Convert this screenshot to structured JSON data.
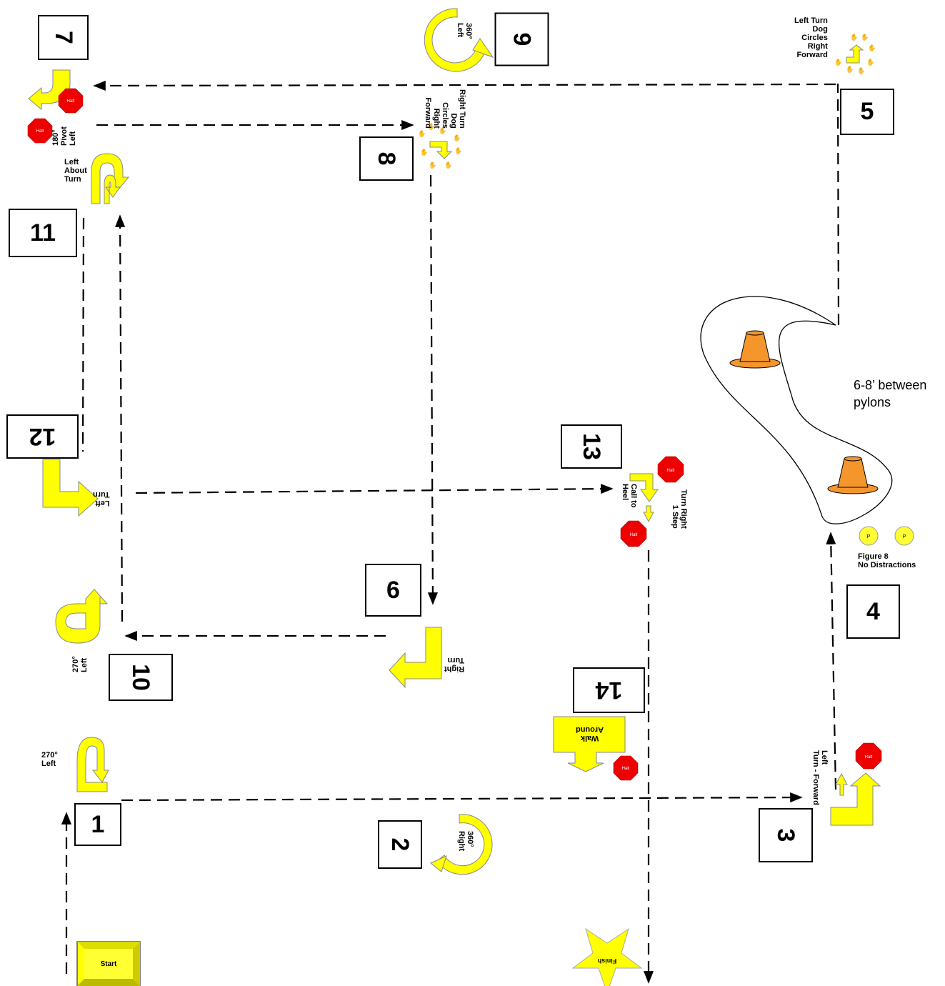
{
  "stations": {
    "s1": "1",
    "s2": "2",
    "s3": "3",
    "s4": "4",
    "s5": "5",
    "s6": "6",
    "s7": "7",
    "s8": "8",
    "s9": "9",
    "s10": "10",
    "s11": "11",
    "s12": "12",
    "s13": "13",
    "s14": "14"
  },
  "labels": {
    "start": "Start",
    "finish": "Finish",
    "halt": "Halt",
    "left_turn_dog_circles": "Left Turn\nDog\nCircles\nRight\nForward",
    "right_turn_dog_circles": "Right Turn\nDog\nCircles\nRight\nForward",
    "pivot_180": "180°\nPivot\nLeft",
    "left_about_turn": "Left\nAbout\nTurn",
    "left_270_top": "270°\nLeft",
    "left_270_bottom": "270°\nLeft",
    "right_360": "360°\nRight",
    "left_360": "360°\nLeft",
    "left_turn_forward": "Left\nTurn - Forward",
    "right_turn": "Right\nTurn",
    "left_turn": "Left\nTurn",
    "walk_around": "Walk\nAround",
    "call_to_heel": "Call to\nHeel",
    "turn_right_1_step": "Turn Right\n1 Step",
    "figure8": "Figure 8\nNo Distractions",
    "pylon_note": "6-8’ between\npylons",
    "post": "P"
  },
  "colors": {
    "arrow_yellow": "#ffff00",
    "halt_red": "#ee0000",
    "cone_orange": "#f4962c",
    "path_black": "#000000"
  }
}
